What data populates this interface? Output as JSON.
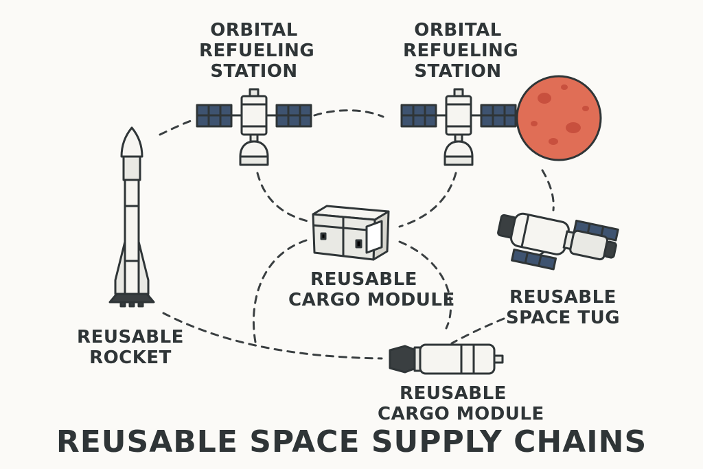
{
  "title": "REUSABLE SPACE SUPPLY CHAINS",
  "nodes": {
    "station_left": {
      "label_line1": "ORBITAL",
      "label_line2": "REFUELING",
      "label_line3": "STATION"
    },
    "station_right": {
      "label_line1": "ORBITAL",
      "label_line2": "REFUELING",
      "label_line3": "STATION"
    },
    "cargo_center": {
      "label_line1": "REUSABLE",
      "label_line2": "CARGO MODULE"
    },
    "cargo_bottom": {
      "label_line1": "REUSABLE",
      "label_line2": "CARGO MODULE"
    },
    "rocket": {
      "label_line1": "REUSABLE",
      "label_line2": "ROCKET"
    },
    "tug": {
      "label_line1": "REUSABLE",
      "label_line2": "SPACE TUG"
    }
  },
  "colors": {
    "outline": "#2f3537",
    "panel": "#3e5370",
    "body_fill": "#e9e9e4",
    "body_light": "#f6f5f1",
    "planet": "#e06e56",
    "planet_dark": "#c8503e",
    "background": "#fbfaf7"
  },
  "icons": [
    "rocket-icon",
    "satellite-icon",
    "planet-icon",
    "cargo-module-icon",
    "space-tug-icon",
    "cargo-module-capsule-icon"
  ]
}
